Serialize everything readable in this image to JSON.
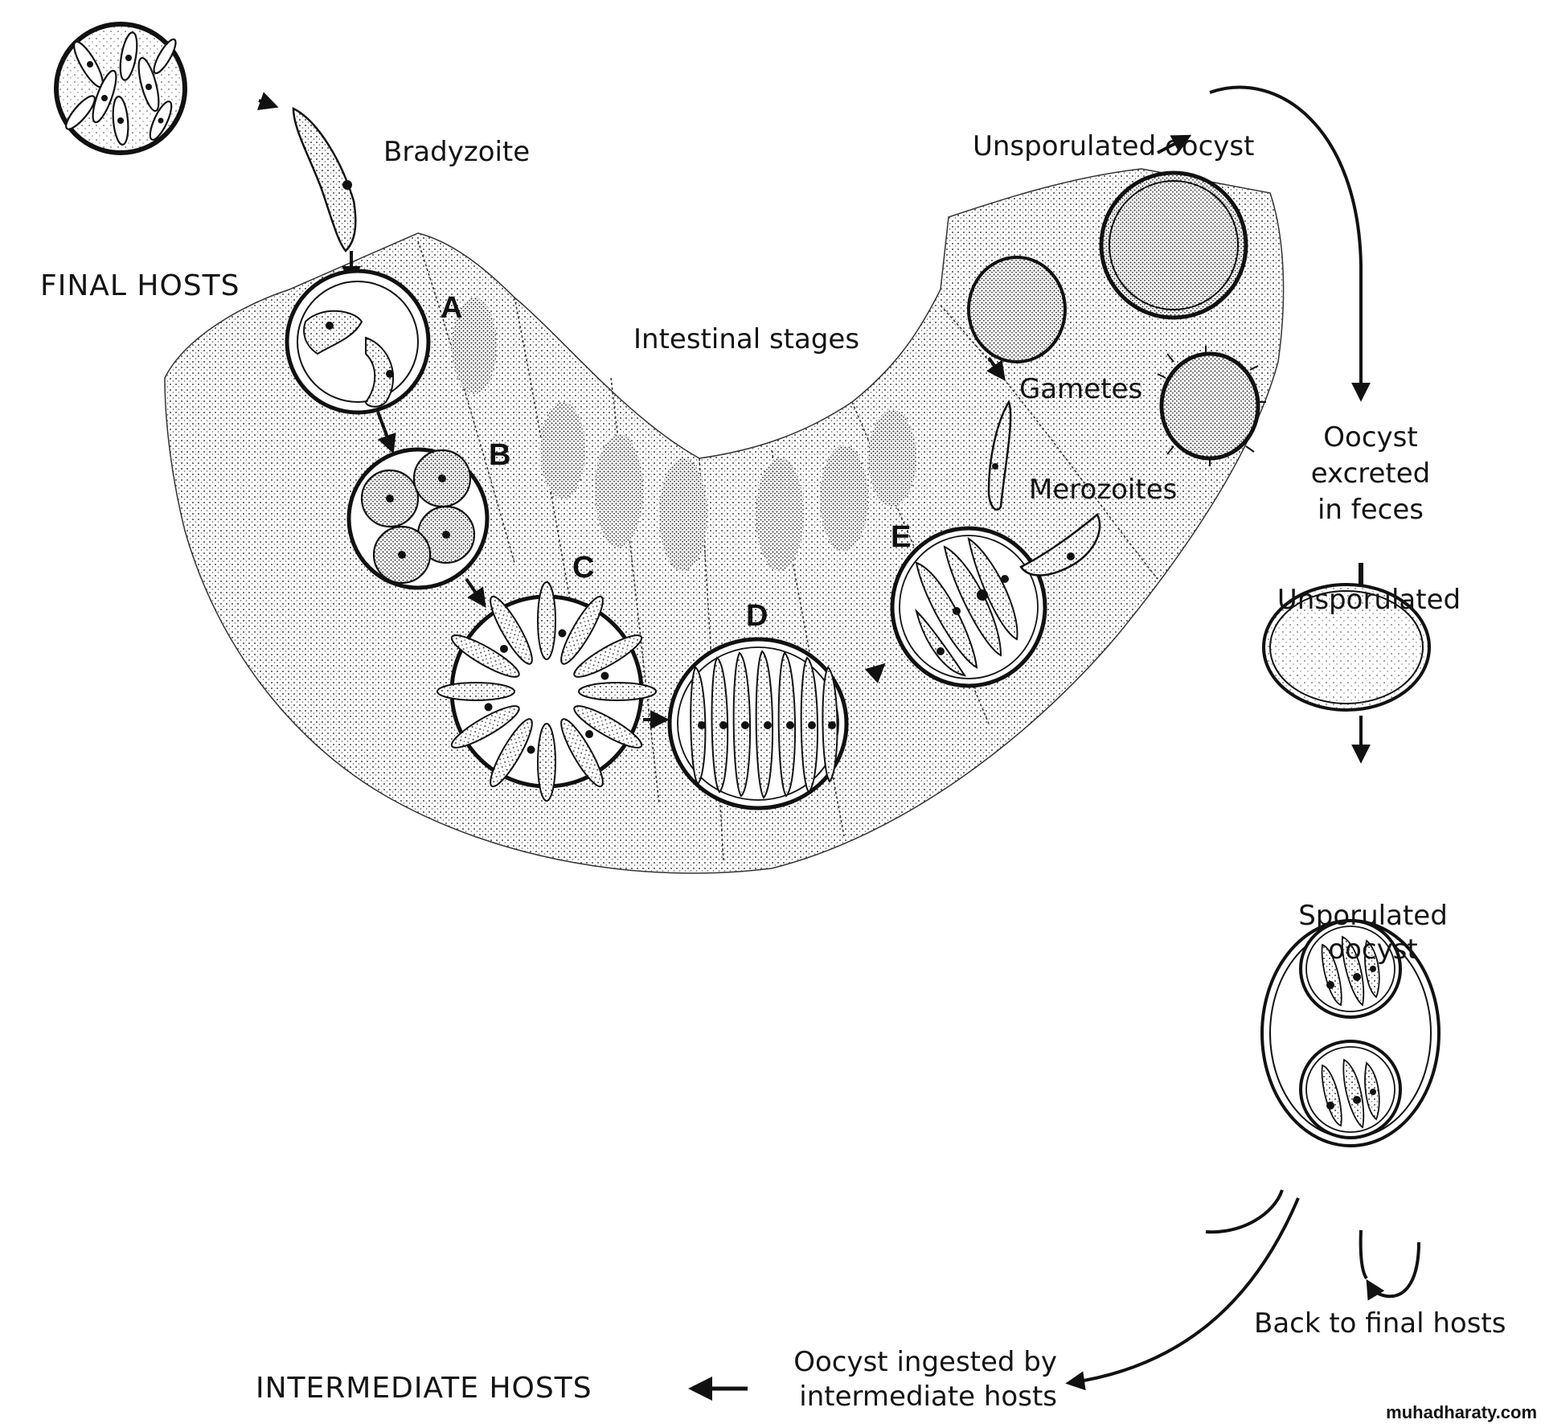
{
  "title": "Life cycle: final hosts, intestinal stages, oocyst development, intermediate hosts",
  "labels": {
    "bradyzoite": "Bradyzoite",
    "final_hosts": "FINAL HOSTS",
    "intestinal_stages": "Intestinal stages",
    "unsporulated_oocyst_top": "Unsporulated oocyst",
    "gametes": "Gametes",
    "merozoites": "Merozoites",
    "oocyst_excreted": [
      "Oocyst",
      "excreted",
      "in feces"
    ],
    "unsporulated": "Unsporulated",
    "sporulated_oocyst": [
      "Sporulated",
      "oocyst"
    ],
    "back_to_final_hosts": "Back to final hosts",
    "oocyst_ingested": [
      "Oocyst ingested by",
      "intermediate hosts"
    ],
    "intermediate_hosts": "INTERMEDIATE HOSTS"
  },
  "stages": [
    "A",
    "B",
    "C",
    "D",
    "E"
  ],
  "watermark": "muhadharaty.com",
  "colors": {
    "ink": "#111111",
    "background": "#ffffff",
    "stipple": "#555555"
  }
}
